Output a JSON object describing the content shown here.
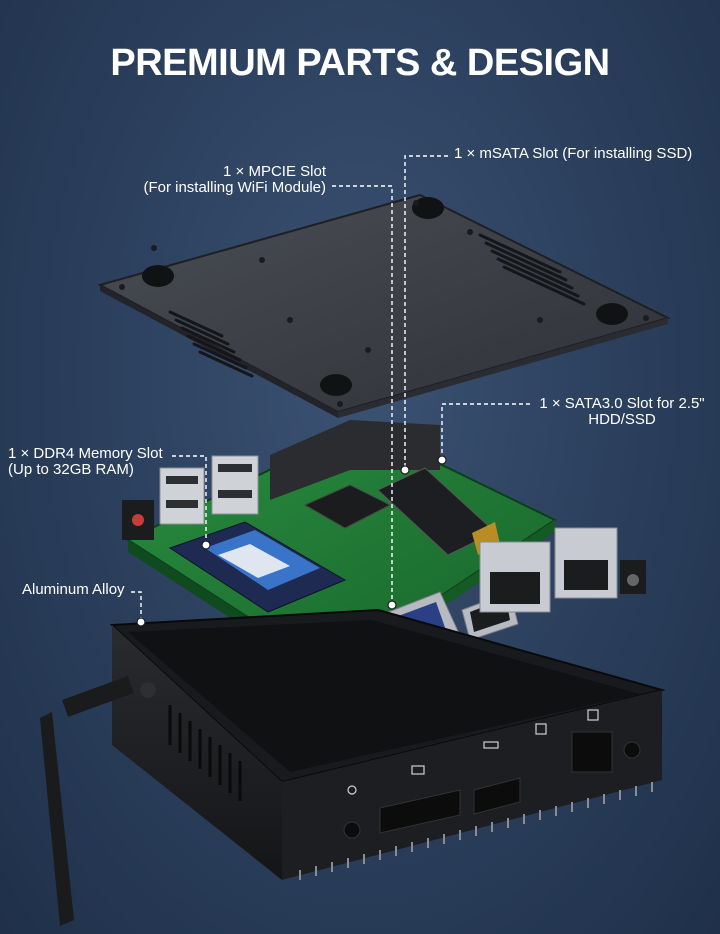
{
  "headline": "PREMIUM PARTS & DESIGN",
  "callouts": {
    "mpcie": {
      "line1": "1 × MPCIE Slot",
      "line2": "(For installing WiFi Module)"
    },
    "msata": {
      "line1": "1 × mSATA Slot (For installing SSD)"
    },
    "sata": {
      "line1": "1 × SATA3.0 Slot for 2.5\"",
      "line2": "HDD/SSD"
    },
    "ddr4": {
      "line1": "1 × DDR4 Memory Slot",
      "line2": "(Up to 32GB RAM)"
    },
    "aluminum": {
      "line1": "Aluminum Alloy"
    }
  },
  "colors": {
    "background": "#2d4260",
    "plate": "#3a3d42",
    "pcb": "#1f7a34",
    "case": "#1c1d20",
    "callout_line": "#ffffff"
  },
  "icons": [
    "usb-icon",
    "ethernet-icon",
    "vga-icon",
    "hdmi-icon",
    "power-icon",
    "antenna-icon"
  ]
}
